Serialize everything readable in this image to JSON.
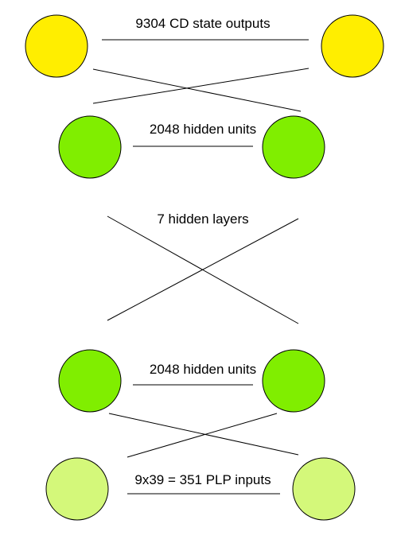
{
  "labels": {
    "output": "9304 CD state outputs",
    "hidden_top": "2048 hidden units",
    "layers": "7 hidden layers",
    "hidden_bottom": "2048 hidden units",
    "input": "9x39 = 351 PLP inputs"
  },
  "colors": {
    "output_node": "#ffee00",
    "hidden_node": "#80ee00",
    "input_node": "#d4f87a",
    "stroke": "#000000"
  }
}
